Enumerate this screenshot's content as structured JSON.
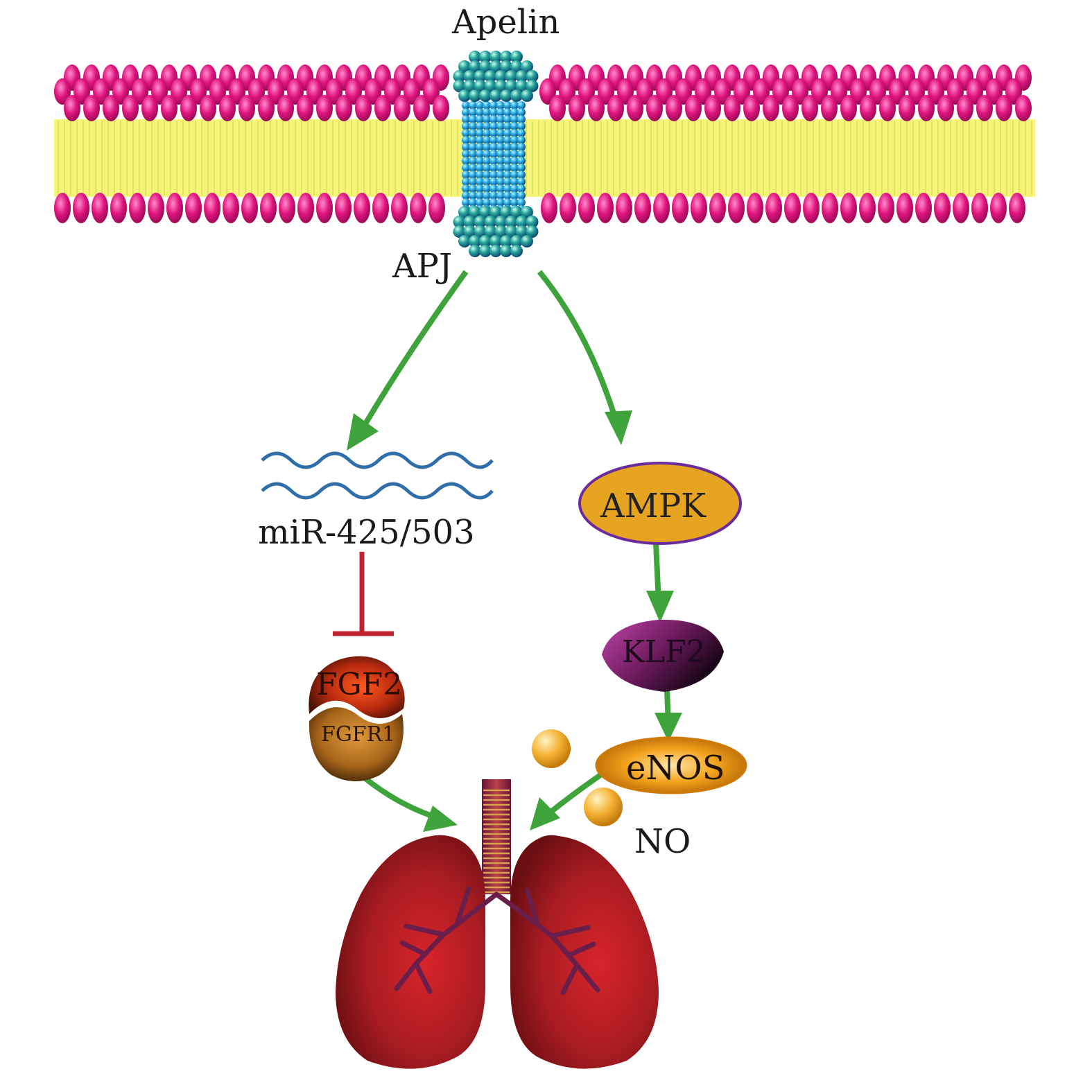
{
  "labels": {
    "apelin": "Apelin",
    "apj": "APJ",
    "mir": "miR-425/503",
    "ampk": "AMPK",
    "klf2": "KLF2",
    "fgf2": "FGF2",
    "fgfr1": "FGFR1",
    "enos": "eNOS",
    "no": "NO"
  },
  "colors": {
    "lipid_head": "#e0157f",
    "lipid_tail": "#f5f57a",
    "receptor": "#2a9ad6",
    "activation_arrow": "#3da33a",
    "inhibition": "#c0222e",
    "ampk_fill": "#e6a420",
    "ampk_border": "#6a2b9c",
    "klf2_fill": "#8a2a7a",
    "enos_fill": "#f0a020",
    "lung": "#a01e24",
    "no_sphere": "#f0b030",
    "mirna": "#2f6ea8"
  }
}
